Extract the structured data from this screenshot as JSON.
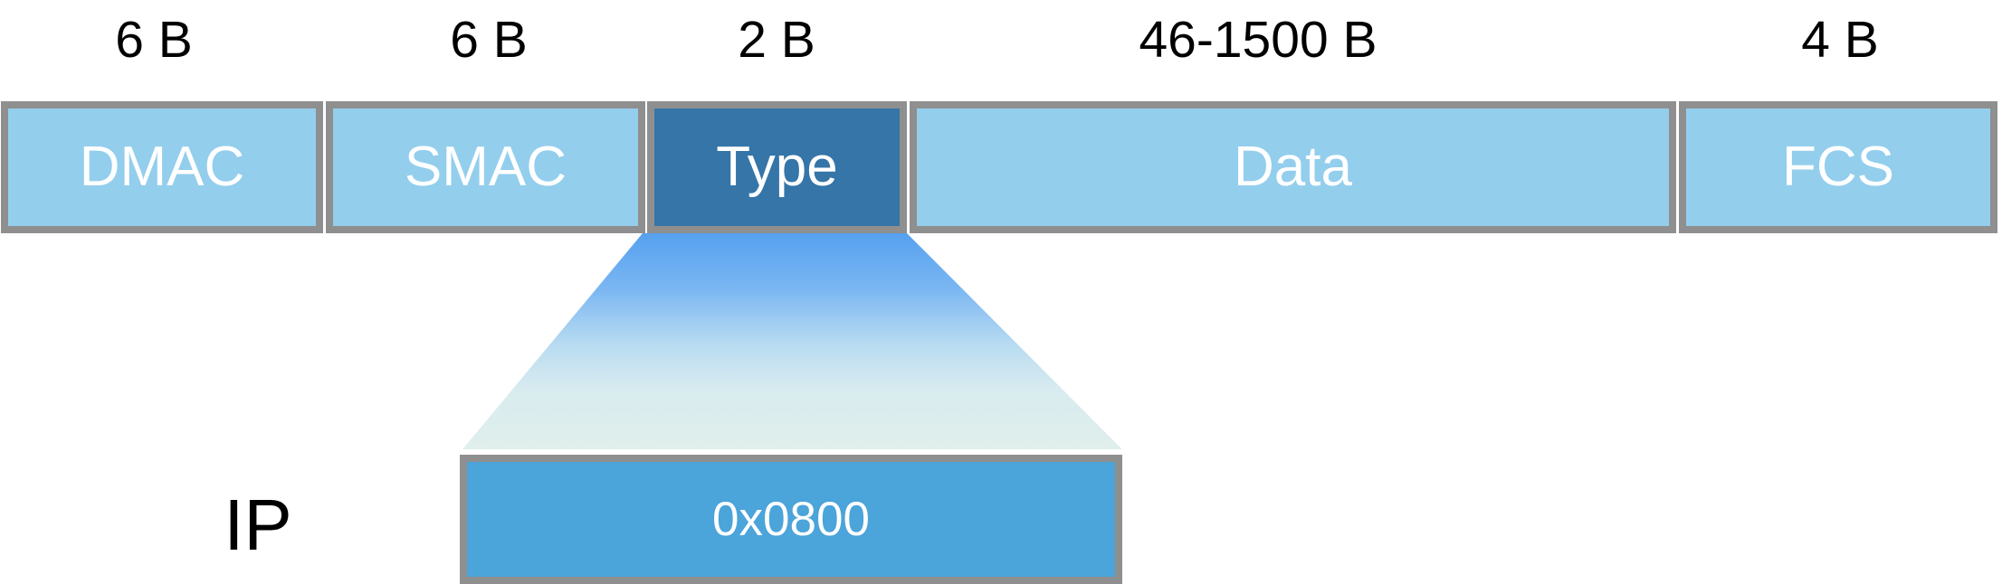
{
  "frame": {
    "fields": [
      {
        "label": "DMAC",
        "size": "6 B"
      },
      {
        "label": "SMAC",
        "size": "6 B"
      },
      {
        "label": "Type",
        "size": "2 B"
      },
      {
        "label": "Data",
        "size": "46-1500 B"
      },
      {
        "label": "FCS",
        "size": "4 B"
      }
    ]
  },
  "expansion": {
    "protocol": "IP",
    "value": "0x0800"
  },
  "colors": {
    "field_fill": "#93CEED",
    "type_field_fill": "#3575A8",
    "value_box_fill": "#4BA4DA",
    "box_border": "#8F8F8F",
    "funnel_gradient_top": "#56A1EF",
    "funnel_gradient_bottom": "#E0EFEB",
    "box_text": "#FFFFFF",
    "label_text": "#000000"
  }
}
